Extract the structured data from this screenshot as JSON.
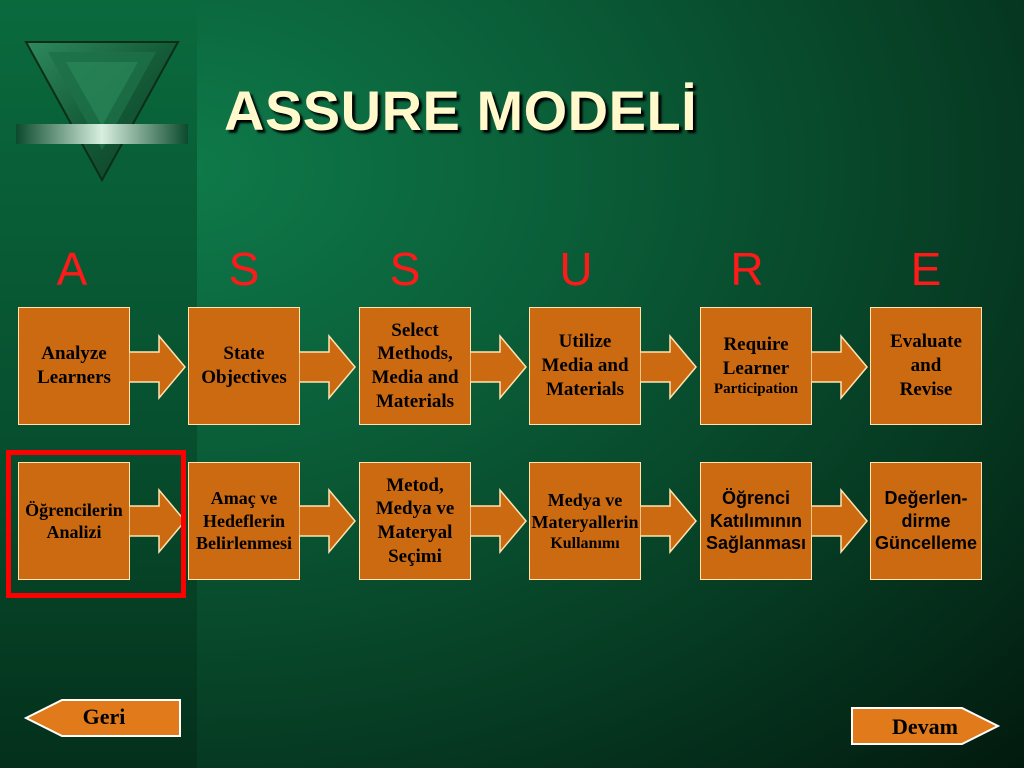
{
  "title": "ASSURE MODELİ",
  "letters": [
    "A",
    "S",
    "S",
    "U",
    "R",
    "E"
  ],
  "english_steps": [
    "Analyze\nLearners",
    "State\nObjectives",
    "Select\nMethods,\nMedia and\nMaterials",
    "Utilize\nMedia and\nMaterials",
    "Require\nLearner",
    "Evaluate\nand\nRevise"
  ],
  "english_step5_small": "Participation",
  "turkish_steps": [
    "Öğrencilerin\nAnalizi",
    "Amaç ve\nHedeflerin\nBelirlenmesi",
    "Metod,\nMedya ve\nMateryal\nSeçimi",
    "Medya ve\nMateryallerin",
    "Öğrenci\nKatılımının\nSağlanması",
    "Değerlen-\ndirme\nGüncelleme"
  ],
  "turkish_step4_small": "Kullanımı",
  "nav": {
    "back_label": "Geri",
    "next_label": "Devam"
  },
  "colors": {
    "box": "#cc6a12",
    "letter": "#ff1a1a",
    "highlight": "#ff0000",
    "title": "#fff9cc"
  }
}
